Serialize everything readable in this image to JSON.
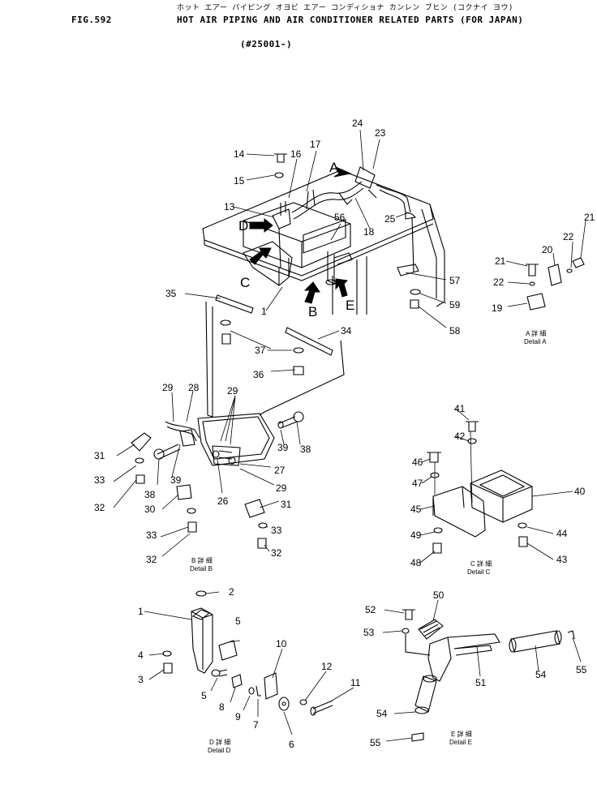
{
  "header": {
    "fig_no": "FIG.592",
    "kana_title": "ホット エアー パイピング オヨビ エアー コンディショナ カンレン ブヒン (コクナイ ヨウ)",
    "title": "HOT AIR PIPING AND AIR CONDITIONER RELATED PARTS (FOR JAPAN)",
    "serial": "(#25001-)"
  },
  "view_arrows": [
    "A",
    "B",
    "C",
    "D",
    "E"
  ],
  "details": {
    "A": {
      "jp": "A 詳 細",
      "en": "Detail A"
    },
    "B": {
      "jp": "B 詳 細",
      "en": "Detail B"
    },
    "C": {
      "jp": "C 詳 細",
      "en": "Detail C"
    },
    "D": {
      "jp": "D 詳 細",
      "en": "Detail D"
    },
    "E": {
      "jp": "E 詳 細",
      "en": "Detail E"
    }
  },
  "callouts": {
    "main": [
      "14",
      "15",
      "16",
      "17",
      "24",
      "23",
      "13",
      "56",
      "25",
      "18",
      "57",
      "59",
      "58",
      "35",
      "1",
      "37",
      "36",
      "34"
    ],
    "detail_a": [
      "21",
      "20",
      "22",
      "21",
      "22",
      "19"
    ],
    "detail_b": [
      "29",
      "28",
      "29",
      "31",
      "39",
      "38",
      "33",
      "32",
      "38",
      "30",
      "33",
      "32",
      "26",
      "27",
      "29",
      "31",
      "33",
      "32"
    ],
    "detail_c": [
      "41",
      "42",
      "46",
      "47",
      "45",
      "49",
      "48",
      "40",
      "44",
      "43"
    ],
    "detail_d": [
      "2",
      "1",
      "5",
      "4",
      "3",
      "5",
      "8",
      "9",
      "7",
      "10",
      "12",
      "11",
      "6"
    ],
    "detail_e": [
      "52",
      "50",
      "53",
      "51",
      "54",
      "55",
      "54",
      "55"
    ]
  }
}
